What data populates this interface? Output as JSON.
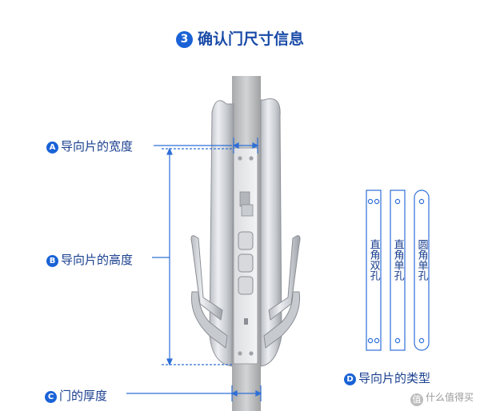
{
  "title": {
    "number": "3",
    "text": "确认门尺寸信息"
  },
  "labels": {
    "a": {
      "badge": "A",
      "text": "导向片的宽度"
    },
    "b": {
      "badge": "B",
      "text": "导向片的高度"
    },
    "c": {
      "badge": "C",
      "text": "门的厚度"
    },
    "d": {
      "badge": "D",
      "text": "导向片的类型"
    }
  },
  "plate_types": [
    {
      "text": "直角双孔"
    },
    {
      "text": "直角单孔"
    },
    {
      "text": "圆角单孔"
    }
  ],
  "watermark": {
    "badge": "值",
    "text": "什么值得买"
  },
  "colors": {
    "accent": "#1a62d6",
    "text": "#1a3f8f",
    "dimension_line": "#2f6fd8"
  }
}
